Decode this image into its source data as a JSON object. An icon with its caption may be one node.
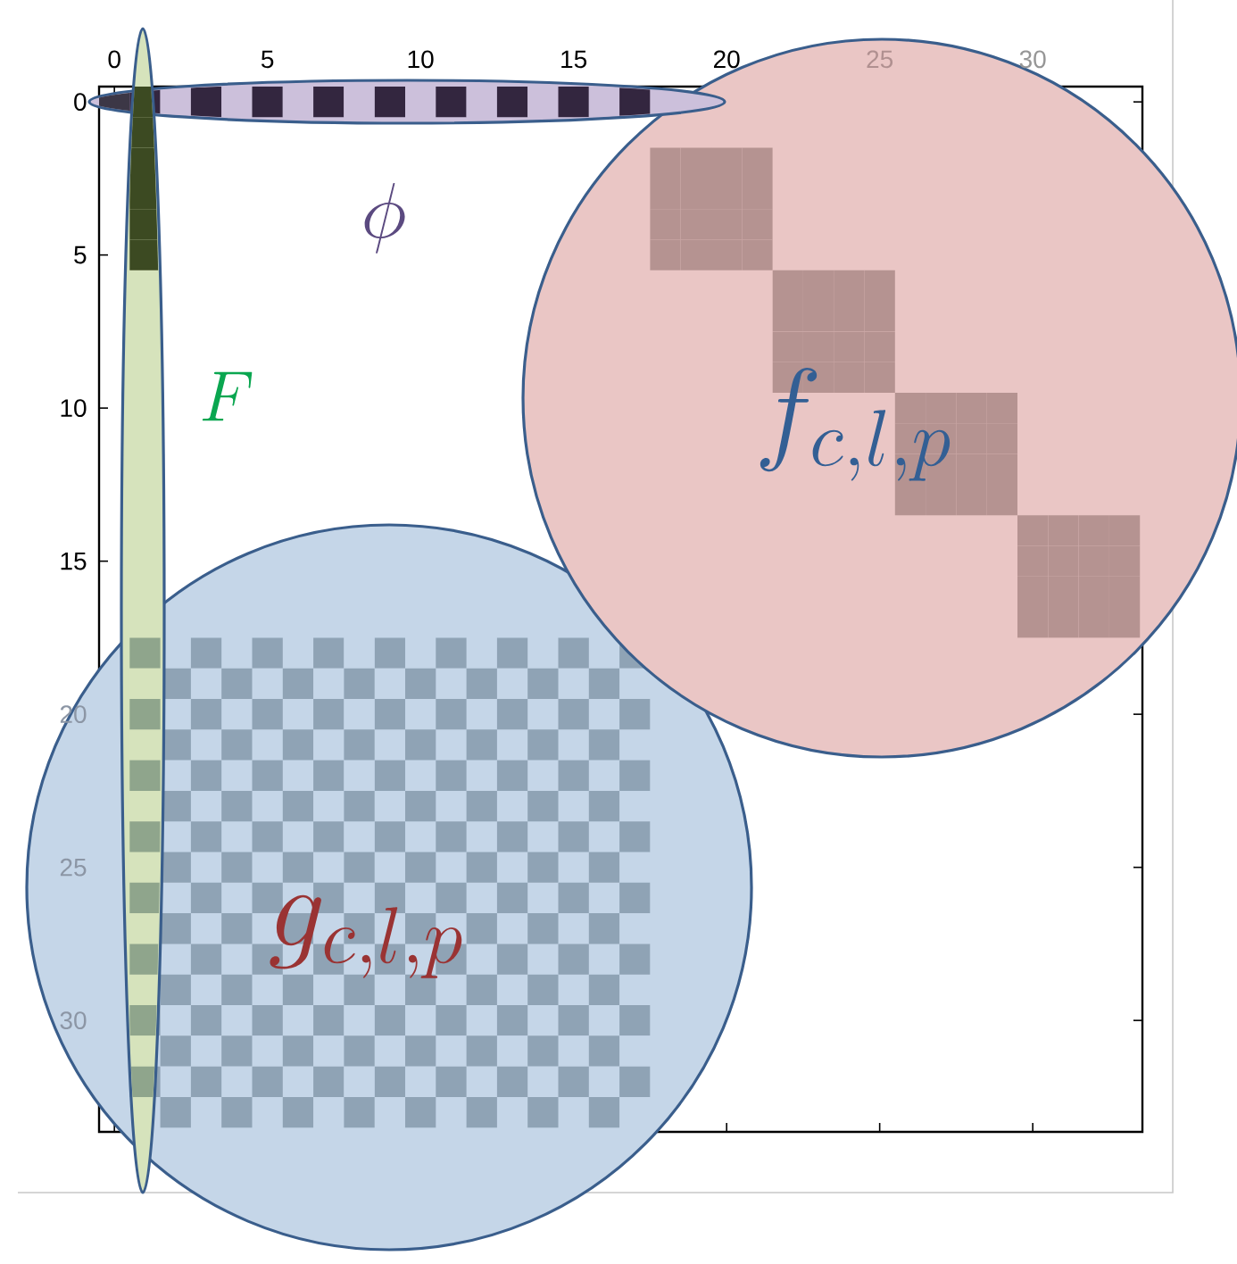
{
  "diagram": {
    "nodes": [
      {
        "text": [
          "\\phi"
        ]
      },
      {
        "text": [
          "F"
        ]
      },
      {
        "text": [
          "f_{c,l,p}"
        ]
      },
      {
        "text": [
          "g_{c,l,p}"
        ]
      }
    ],
    "labels": [
      "0",
      "5",
      "10",
      "15",
      "20",
      "25",
      "30",
      "0",
      "5",
      "10",
      "15",
      "20",
      "25",
      "30"
    ]
  }
}
